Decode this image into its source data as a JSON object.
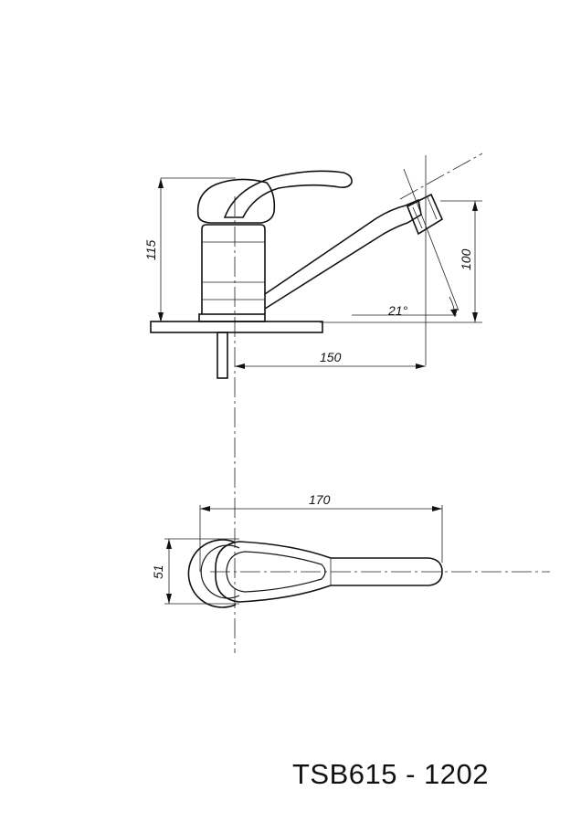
{
  "dimensions": {
    "body_height": "115",
    "spout_height": "100",
    "spout_reach": "150",
    "spout_angle": "21°",
    "handle_length": "170",
    "handle_width": "51"
  },
  "title_block": {
    "model_code": "TSB615 - 1202"
  }
}
